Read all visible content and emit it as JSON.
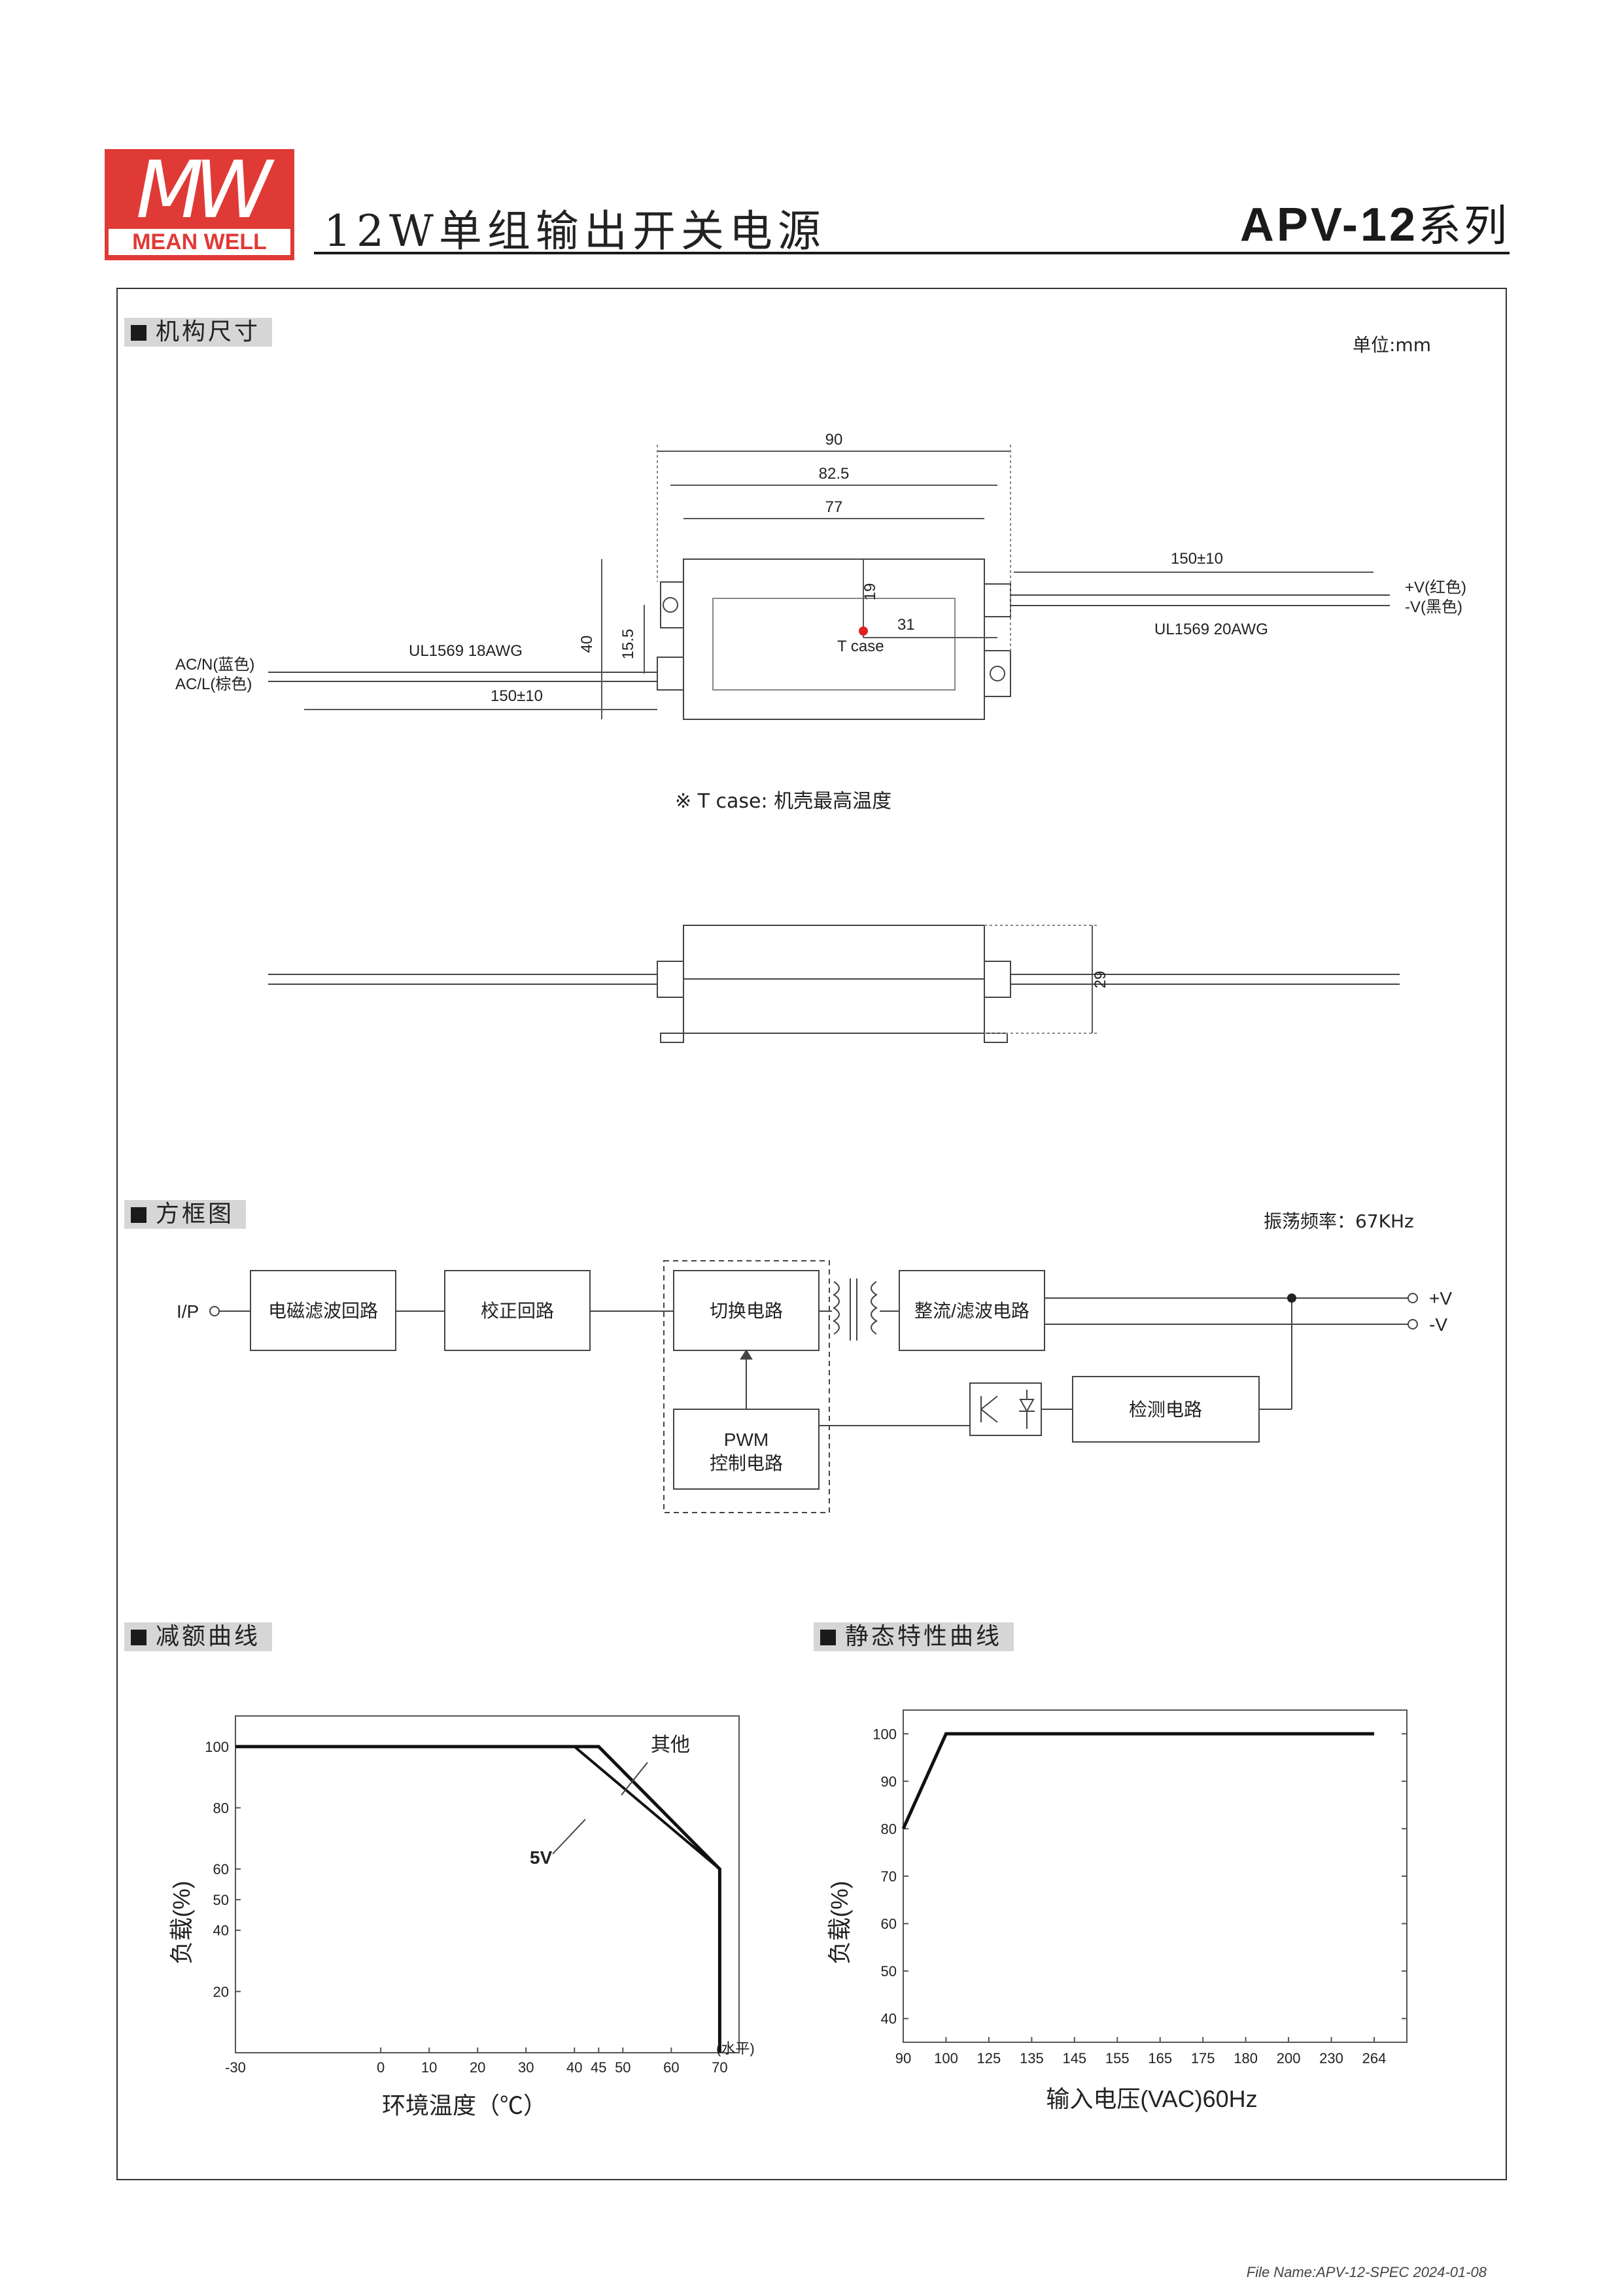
{
  "header": {
    "logo_text": "MEAN WELL",
    "title": "12W单组输出开关电源",
    "series_model": "APV-12",
    "series_suffix": "系列"
  },
  "mechanical": {
    "section_title": "机构尺寸",
    "unit_label": "单位:mm",
    "dims": {
      "d90": "90",
      "d82_5": "82.5",
      "d77": "77",
      "d40": "40",
      "d15_5": "15.5",
      "d19": "19",
      "d31": "31",
      "len_out": "150±10",
      "len_in": "150±10",
      "d29": "29"
    },
    "tcase_label": "T case",
    "in_wire": "UL1569  18AWG",
    "out_wire": "UL1569  20AWG",
    "ac_n": "AC/N(蓝色)",
    "ac_l": "AC/L(棕色)",
    "v_pos": "+V(红色)",
    "v_neg": "-V(黑色)",
    "tcase_note": "※ T case: 机壳最高温度"
  },
  "block": {
    "section_title": "方框图",
    "freq_label": "振荡频率：67KHz",
    "ip": "I/P",
    "emi": "电磁滤波回路",
    "pfc": "校正回路",
    "switch": "切换电路",
    "rect": "整流/滤波电路",
    "pwm_1": "PWM",
    "pwm_2": "控制电路",
    "detect": "检测电路",
    "vpos": "+V",
    "vneg": "-V"
  },
  "derating": {
    "section_title": "减额曲线",
    "ylabel": "负载(%)",
    "xlabel": "环境温度（℃）",
    "x_unit": "(水平)",
    "label_other": "其他",
    "label_5v": "5V"
  },
  "static": {
    "section_title": "静态特性曲线",
    "ylabel": "负载(%)",
    "xlabel": "输入电压(VAC)60Hz"
  },
  "chart_data": [
    {
      "type": "line",
      "title": "减额曲线",
      "xlabel": "环境温度（℃）",
      "ylabel": "负载(%)",
      "x_ticks": [
        "-30",
        "0",
        "10",
        "20",
        "30",
        "40",
        "45",
        "50",
        "60",
        "70"
      ],
      "y_ticks": [
        "20",
        "40",
        "50",
        "60",
        "80",
        "100"
      ],
      "xlim": [
        -30,
        74
      ],
      "ylim": [
        0,
        110
      ],
      "series": [
        {
          "name": "其他",
          "x": [
            -30,
            45,
            70,
            70
          ],
          "y": [
            100,
            100,
            60,
            0
          ]
        },
        {
          "name": "5V",
          "x": [
            -30,
            40,
            70,
            70
          ],
          "y": [
            100,
            100,
            60,
            0
          ]
        }
      ]
    },
    {
      "type": "line",
      "title": "静态特性曲线",
      "xlabel": "输入电压(VAC)60Hz",
      "ylabel": "负载(%)",
      "categories": [
        "90",
        "100",
        "125",
        "135",
        "145",
        "155",
        "165",
        "175",
        "180",
        "200",
        "230",
        "264"
      ],
      "y_ticks": [
        "40",
        "50",
        "60",
        "70",
        "80",
        "90",
        "100"
      ],
      "ylim": [
        35,
        105
      ],
      "series": [
        {
          "x": [
            "90",
            "100",
            "264"
          ],
          "y": [
            80,
            100,
            100
          ]
        }
      ]
    }
  ],
  "footer": {
    "file_name": "File Name:APV-12-SPEC  2024-01-08"
  }
}
